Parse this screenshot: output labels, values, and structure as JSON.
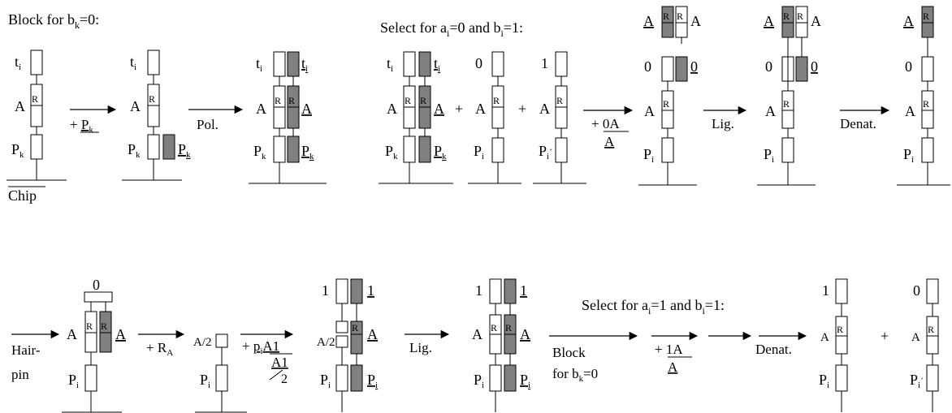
{
  "headers": {
    "block_top": {
      "pre": "Block for b",
      "sub": "k",
      "post": "=0:"
    },
    "select_top": {
      "pre": "Select for a",
      "sub1": "i",
      "mid": "=0 and b",
      "sub2": "i",
      "post": "=1:"
    },
    "select_bottom": {
      "pre": "Select for a",
      "sub1": "i",
      "mid": "=1 and b",
      "sub2": "i",
      "post": "=1:"
    },
    "block_bottom_1": "Block",
    "block_bottom_2": {
      "pre": "for b",
      "sub": "k",
      "post": "=0"
    }
  },
  "labels": {
    "chip": "Chip",
    "t": "t",
    "i": "i",
    "A": "A",
    "R": "R",
    "P": "P",
    "k": "k",
    "zero": "0",
    "one": "1",
    "plus": "+",
    "A_half": "A/2",
    "tick": "´",
    "two": "2"
  },
  "arrows": {
    "plus_pk": {
      "pre": "+ ",
      "main": "P",
      "sub": "k"
    },
    "pol": "Pol.",
    "plus_0A": "+ 0A",
    "A": "A",
    "lig": "Lig.",
    "denat": "Denat.",
    "hairpin_1": "Hair-",
    "hairpin_2": "pin",
    "plus_RA": {
      "pre": "+ R",
      "sub": "A"
    },
    "plus_piA1": {
      "pre": "+ ",
      "p": "p",
      "sub": "i",
      "main": "A1"
    },
    "A1": "A1",
    "plus_1A": "+ 1A"
  }
}
